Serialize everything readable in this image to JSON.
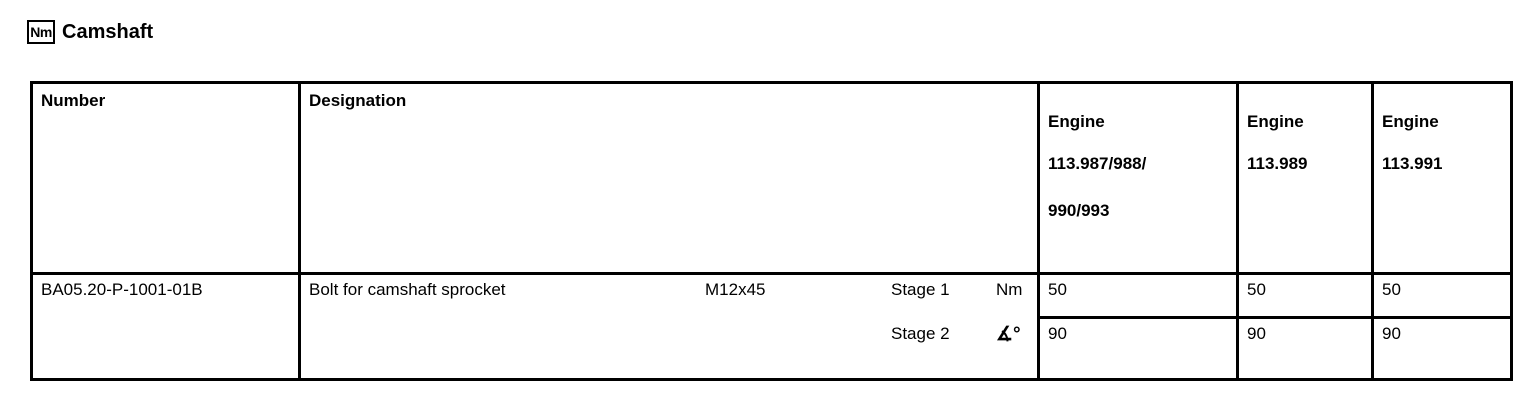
{
  "title": {
    "icon_label": "Nm",
    "icon_name": "nm-torque-icon",
    "text": "Camshaft"
  },
  "table": {
    "columns": [
      {
        "key": "number",
        "label": "Number"
      },
      {
        "key": "design",
        "label": "Designation"
      },
      {
        "key": "engine1",
        "label": "Engine\n113.987/988/",
        "label_line2": "990/993"
      },
      {
        "key": "engine2",
        "label": "Engine\n113.989"
      },
      {
        "key": "engine3",
        "label": "Engine\n113.991"
      }
    ],
    "headers": {
      "number": "Number",
      "designation": "Designation",
      "engine1_line1": "Engine",
      "engine1_line2": "113.987/988/",
      "engine1_line3": "990/993",
      "engine2_line1": "Engine",
      "engine2_line2": "113.989",
      "engine3_line1": "Engine",
      "engine3_line2": "113.991"
    },
    "rows": [
      {
        "number": "BA05.20-P-1001-01B",
        "designation": "Bolt for camshaft sprocket",
        "size": "M12x45",
        "stages": [
          {
            "stage": "Stage 1",
            "unit": "Nm",
            "unit_kind": "newton-meter",
            "engine1": "50",
            "engine2": "50",
            "engine3": "50"
          },
          {
            "stage": "Stage 2",
            "unit": "∡°",
            "unit_kind": "angle-degrees",
            "engine1": "90",
            "engine2": "90",
            "engine3": "90"
          }
        ]
      }
    ]
  },
  "colors": {
    "border": "#000000",
    "background": "#ffffff",
    "text": "#000000"
  }
}
